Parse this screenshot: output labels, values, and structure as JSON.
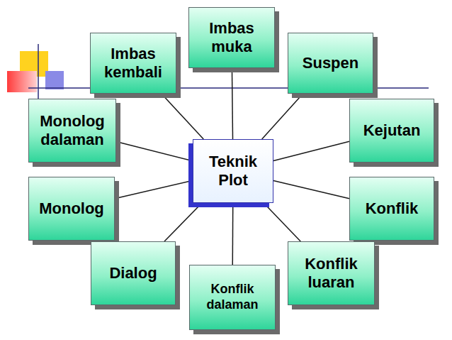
{
  "diagram": {
    "nodes": [
      {
        "text": [
          "Imbas muka"
        ]
      },
      {
        "text": [
          "Imbas kembali"
        ]
      },
      {
        "text": [
          "Suspen"
        ]
      },
      {
        "text": [
          "Monolog dalaman"
        ]
      },
      {
        "text": [
          "Kejutan"
        ]
      },
      {
        "text": [
          "Teknik Plot"
        ]
      },
      {
        "text": [
          "Monolog"
        ]
      },
      {
        "text": [
          "Konflik"
        ]
      },
      {
        "text": [
          "Dialog"
        ]
      },
      {
        "text": [
          "Konflik luaran"
        ]
      },
      {
        "text": [
          "Konflik dalaman"
        ]
      }
    ],
    "edges": [
      {
        "from": 5,
        "to": 0,
        "arrow": "none"
      },
      {
        "from": 5,
        "to": 1,
        "arrow": "none"
      },
      {
        "from": 5,
        "to": 2,
        "arrow": "none"
      },
      {
        "from": 5,
        "to": 3,
        "arrow": "none"
      },
      {
        "from": 5,
        "to": 4,
        "arrow": "none"
      },
      {
        "from": 5,
        "to": 6,
        "arrow": "none"
      },
      {
        "from": 5,
        "to": 7,
        "arrow": "none"
      },
      {
        "from": 5,
        "to": 8,
        "arrow": "none"
      },
      {
        "from": 5,
        "to": 9,
        "arrow": "none"
      },
      {
        "from": 5,
        "to": 10,
        "arrow": "none"
      }
    ]
  }
}
